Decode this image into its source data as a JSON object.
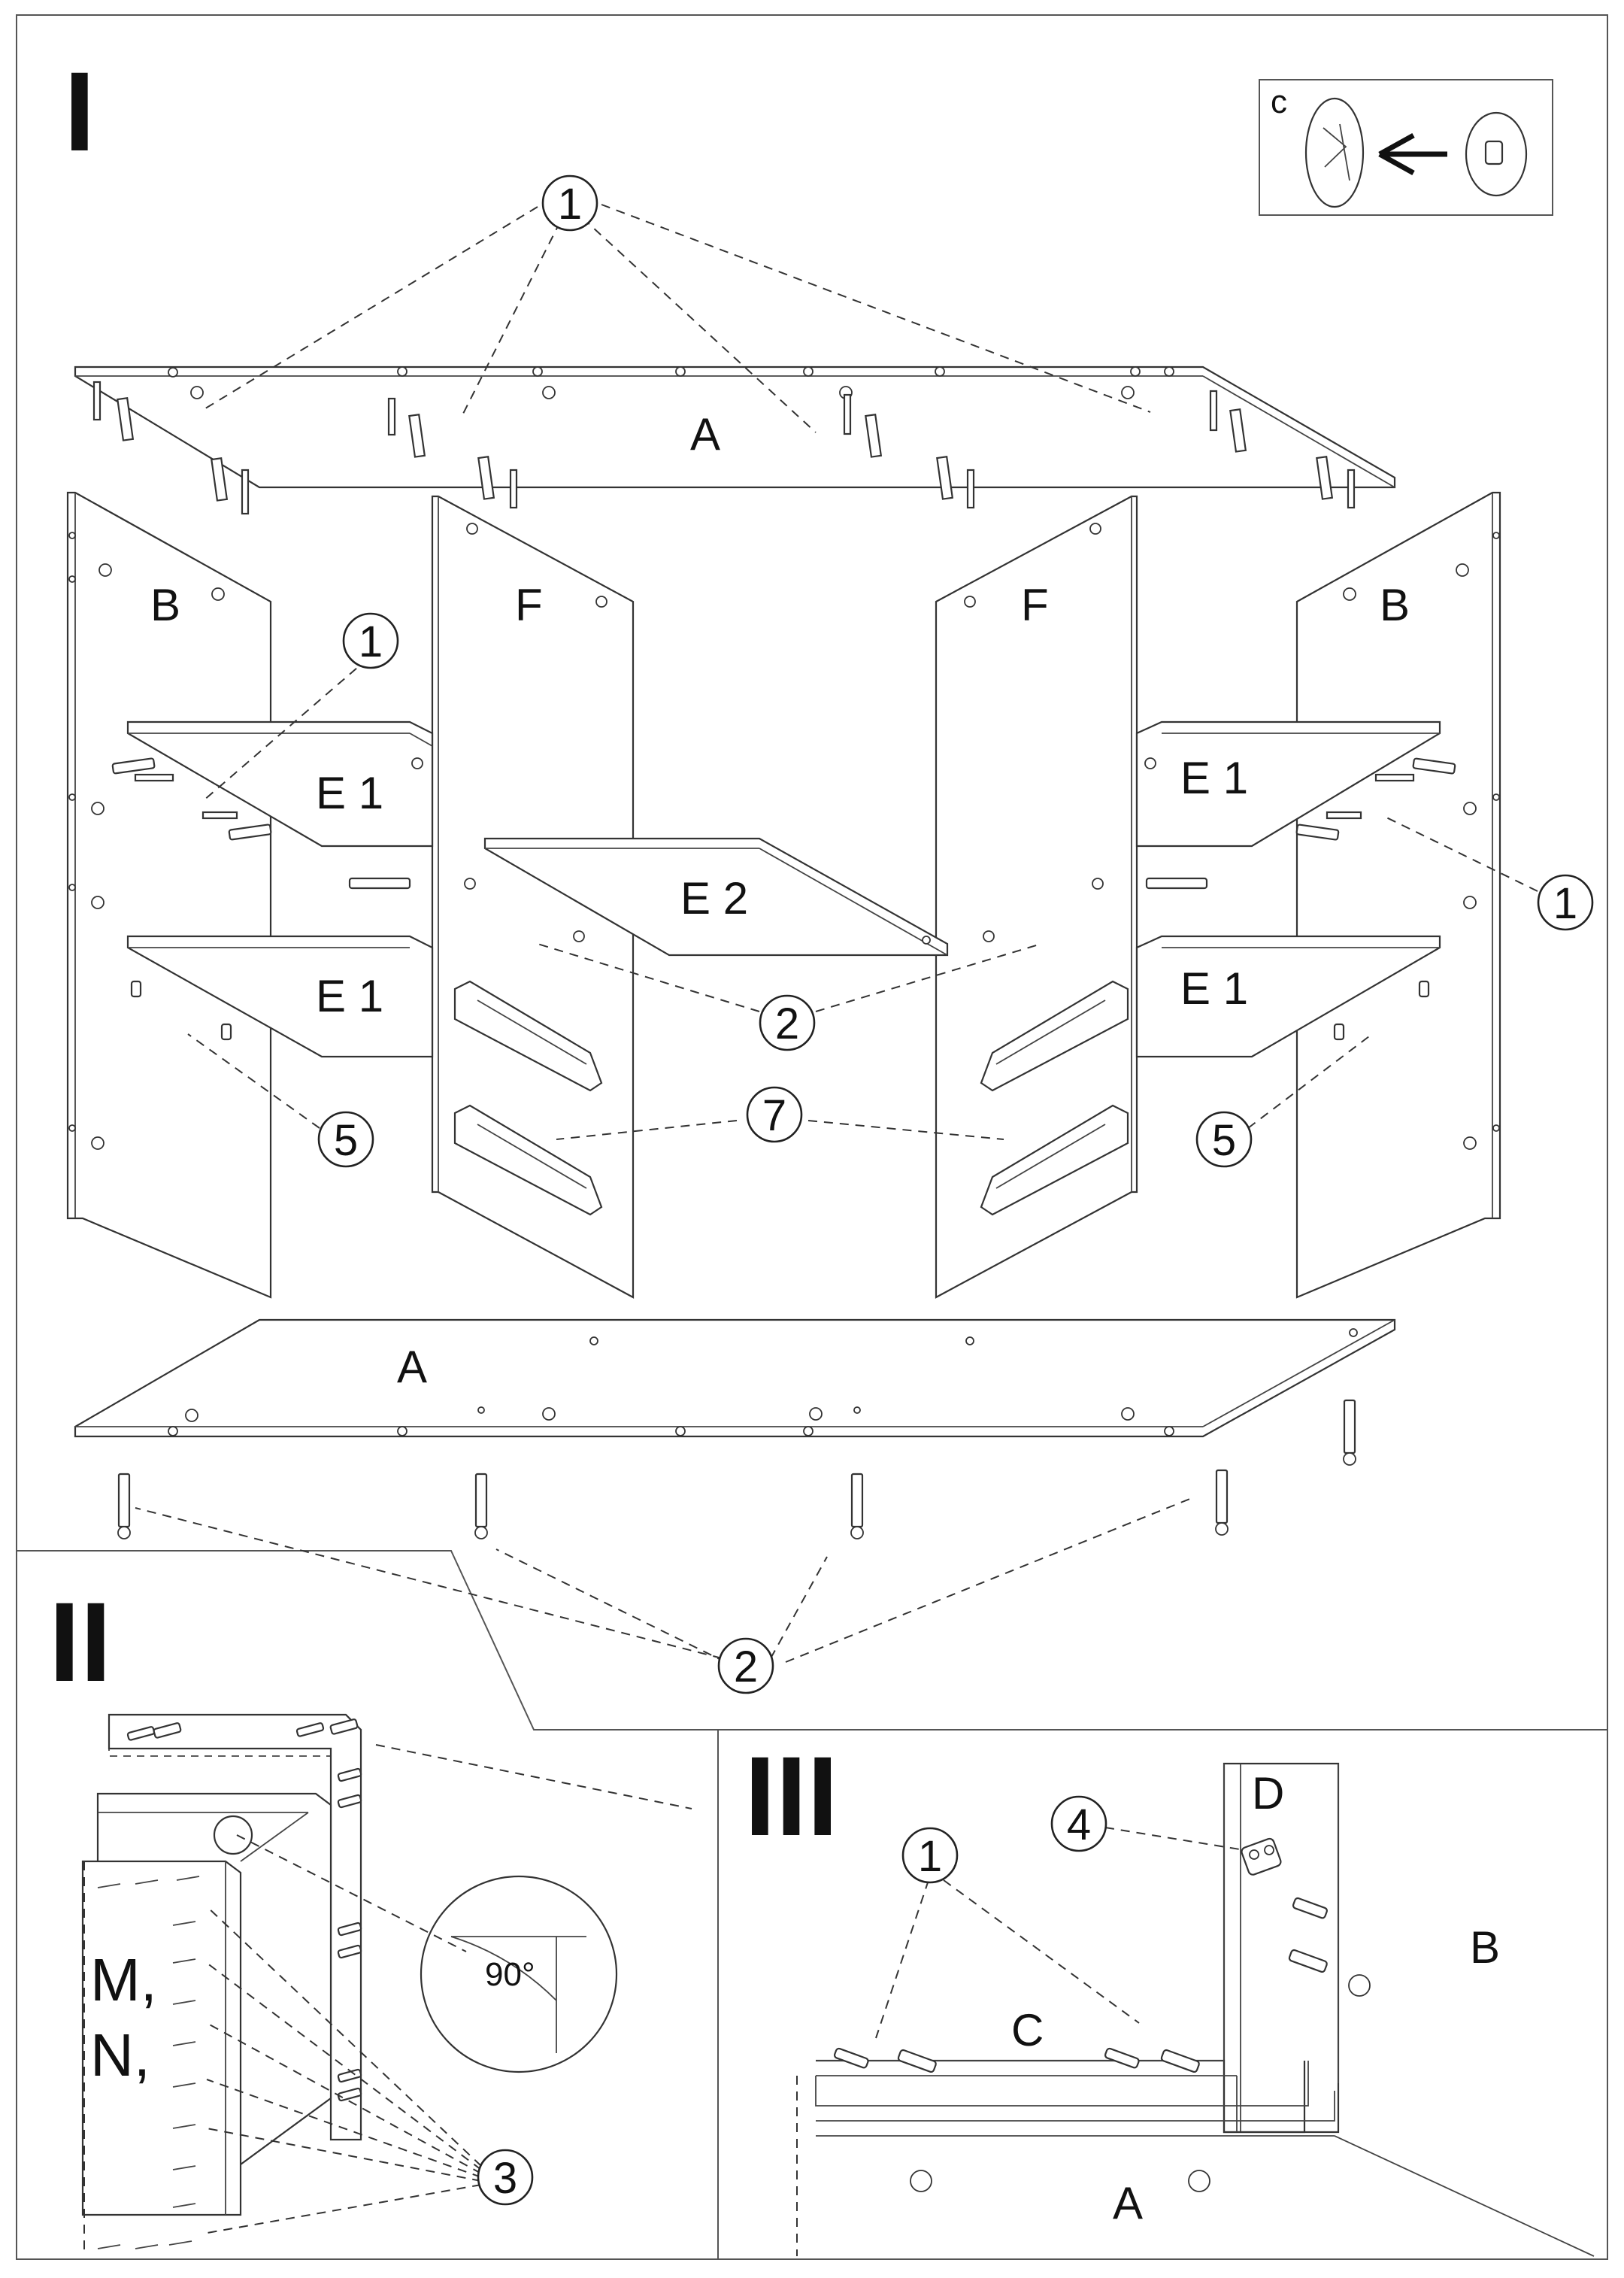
{
  "steps": [
    "I",
    "II",
    "III"
  ],
  "inset": {
    "label": "c"
  },
  "panels": {
    "top_board": "A",
    "bottom_board": "A",
    "left_side": "B",
    "right_side": "B",
    "left_divider": "F",
    "right_divider": "F",
    "shelf_upper_left": "E 1",
    "shelf_lower_left": "E 1",
    "shelf_upper_right": "E 1",
    "shelf_lower_right": "E 1",
    "shelf_middle": "E 2"
  },
  "callouts": {
    "c1_top": "1",
    "c1_left": "1",
    "c1_right": "1",
    "c2_mid": "2",
    "c7_mid": "7",
    "c5_left": "5",
    "c5_right": "5",
    "c2_bottom": "2",
    "c3_step2": "3",
    "c1_step3": "1",
    "c4_step3": "4"
  },
  "step2": {
    "angle": "90°",
    "fitting_codes": [
      "M,",
      "N,"
    ]
  },
  "step3": {
    "door": "D",
    "side": "B",
    "shelf": "C",
    "board": "A"
  }
}
